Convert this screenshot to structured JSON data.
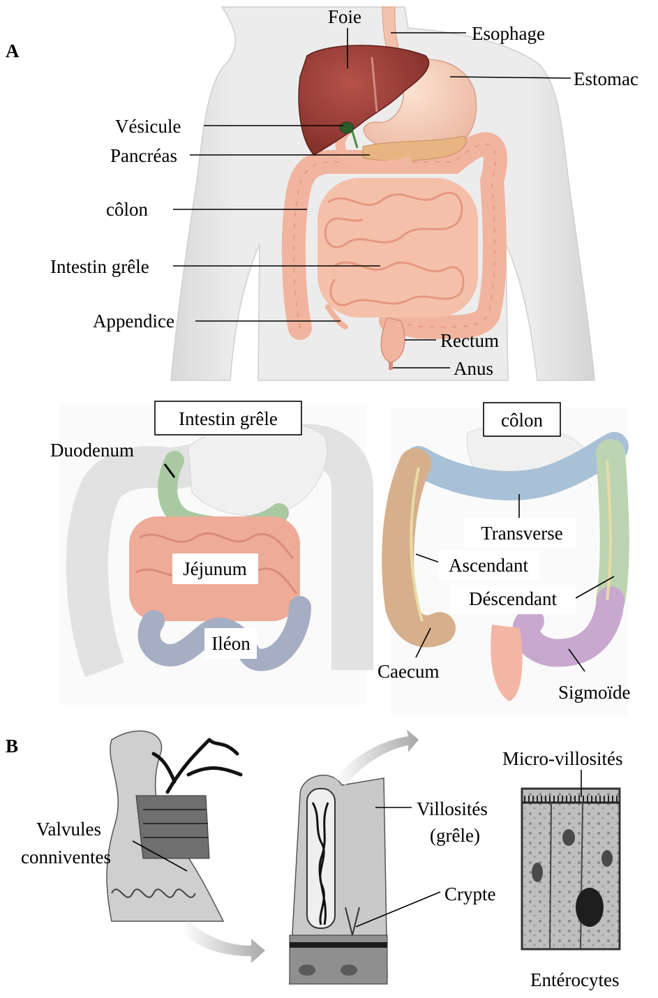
{
  "panelA": {
    "letter": "A",
    "labels": {
      "foie": "Foie",
      "esophage": "Esophage",
      "estomac": "Estomac",
      "vesicule": "Vésicule",
      "pancreas": "Pancréas",
      "colon": "côlon",
      "intestin": "Intestin grêle",
      "appendice": "Appendice",
      "rectum": "Rectum",
      "anus": "Anus"
    }
  },
  "smallIntestine": {
    "title": "Intestin grêle",
    "duodenum": "Duodenum",
    "jejunum": "Jéjunum",
    "ileon": "Iléon"
  },
  "colonPanel": {
    "title": "côlon",
    "transverse": "Transverse",
    "ascendant": "Ascendant",
    "descendant": "Déscendant",
    "caecum": "Caecum",
    "sigmoide": "Sigmoïde"
  },
  "panelB": {
    "letter": "B",
    "valvules1": "Valvules",
    "valvules2": "conniventes",
    "villosites1": "Villosités",
    "villosites2": "(grêle)",
    "crypte": "Crypte",
    "microvillosites": "Micro-villosités",
    "enterocytes": "Entérocytes"
  }
}
